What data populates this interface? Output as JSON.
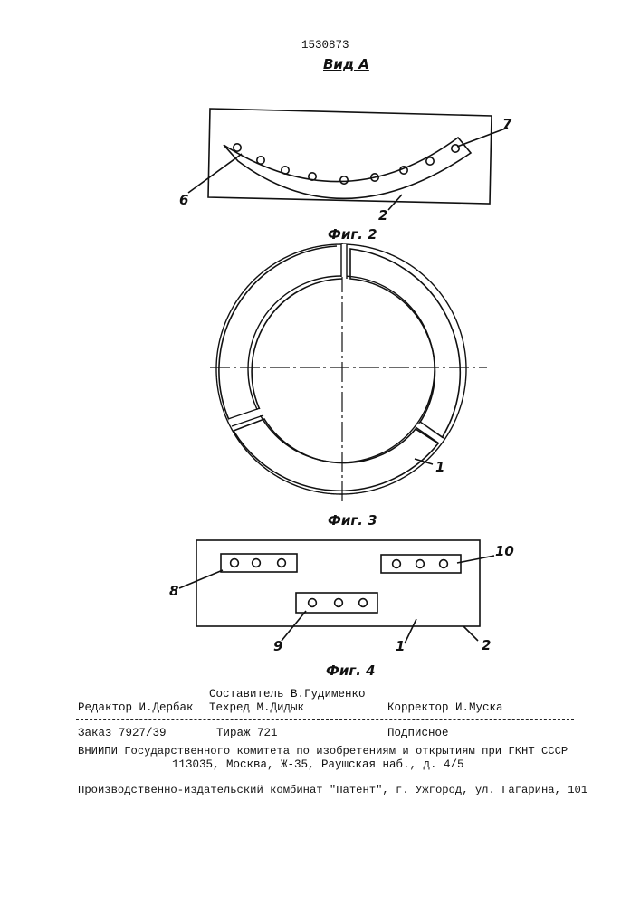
{
  "header": {
    "patent_number": "1530873",
    "view_label": "Вид А"
  },
  "figures": {
    "fig2": {
      "caption": "Фиг. 2",
      "labels": {
        "part6": "6",
        "part7": "7",
        "part2": "2"
      }
    },
    "fig3": {
      "caption": "Фиг. 3",
      "labels": {
        "part1": "1"
      }
    },
    "fig4": {
      "caption": "Фиг. 4",
      "labels": {
        "part8": "8",
        "part10": "10",
        "part9": "9",
        "part1": "1",
        "part2": "2"
      }
    }
  },
  "imprint": {
    "compiler": "Составитель В.Гудименко",
    "editor": "Редактор И.Дербак",
    "tech_editor": "Техред М.Дидык",
    "proofreader": "Корректор И.Муска",
    "order": "Заказ 7927/39",
    "circulation": "Тираж 721",
    "subscription": "Подписное",
    "institute_line": "ВНИИПИ Государственного комитета по изобретениям и открытиям при ГКНТ СССР",
    "address_line": "113035, Москва, Ж-35, Раушская наб., д. 4/5",
    "publisher_line": "Производственно-издательский комбинат \"Патент\", г. Ужгород, ул. Гагарина, 101"
  }
}
